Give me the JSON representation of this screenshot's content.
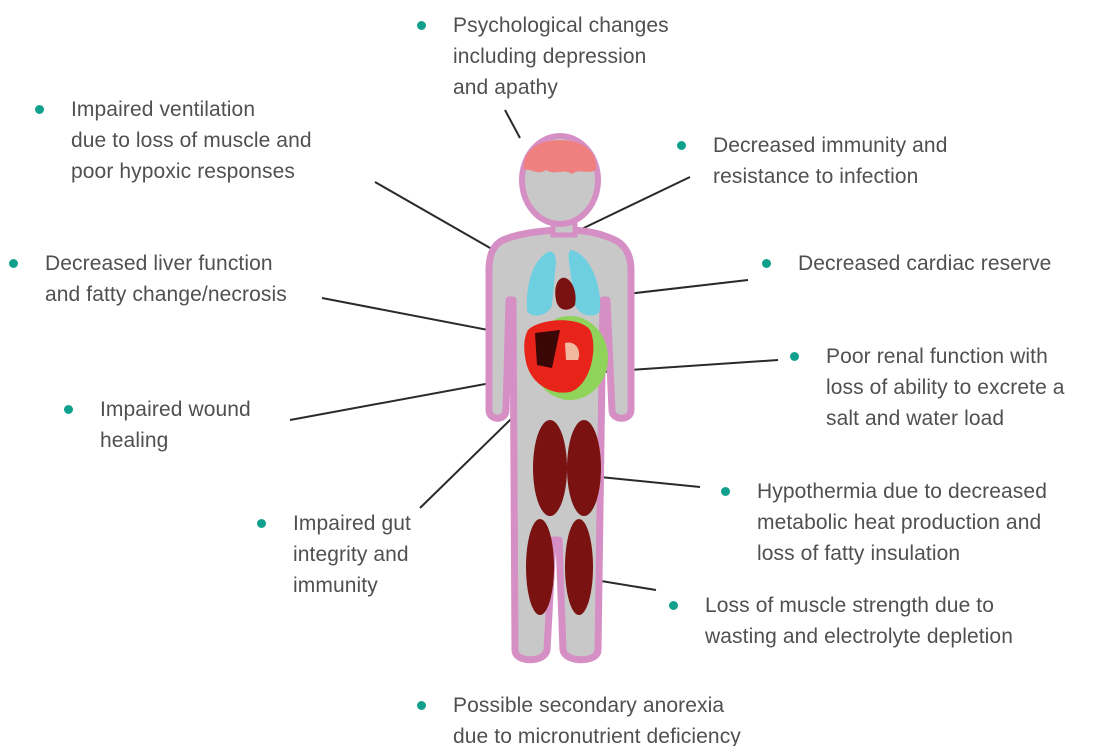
{
  "colors": {
    "bullet": "#10a08c",
    "text": "#505050",
    "leader": "#2a2a2a",
    "body_fill": "#c8c8c8",
    "body_outline": "#d58fc4",
    "brain": "#f08080",
    "lungs": "#6ecfe0",
    "heart": "#7a1212",
    "liver": "#e8231a",
    "kidney_fat": "#8fd35a",
    "muscle": "#7a1212"
  },
  "callouts": {
    "psychological": [
      "Psychological changes",
      "including depression",
      "and apathy"
    ],
    "ventilation": [
      "Impaired ventilation",
      "due to loss of muscle and",
      "poor hypoxic responses"
    ],
    "immunity": [
      "Decreased immunity and",
      "resistance to infection"
    ],
    "liver": [
      "Decreased liver function",
      "and fatty change/necrosis"
    ],
    "cardiac": [
      "Decreased cardiac reserve"
    ],
    "renal": [
      "Poor renal function with",
      "loss of ability to excrete a",
      "salt and water load"
    ],
    "wound": [
      "Impaired wound",
      "healing"
    ],
    "hypothermia": [
      "Hypothermia due to decreased",
      "metabolic heat production and",
      "loss of fatty insulation"
    ],
    "gut": [
      "Impaired gut",
      "integrity and",
      "immunity"
    ],
    "muscle": [
      "Loss of muscle strength due to",
      "wasting and electrolyte depletion"
    ],
    "anorexia": [
      "Possible secondary anorexia",
      "due to micronutrient deficiency"
    ]
  }
}
